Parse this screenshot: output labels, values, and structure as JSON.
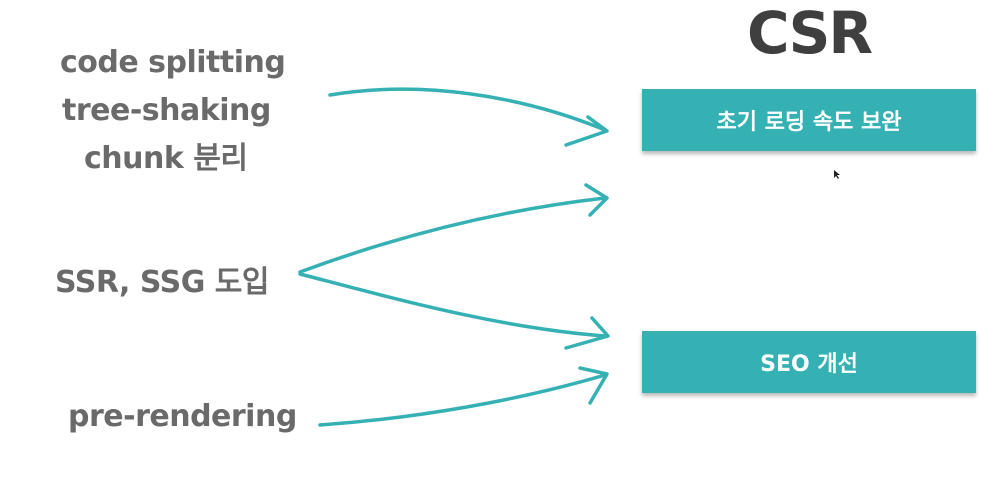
{
  "title": "CSR",
  "left_labels": {
    "code_splitting": "code splitting",
    "tree_shaking": "tree-shaking",
    "chunk": "chunk 분리",
    "ssr_ssg": "SSR, SSG 도입",
    "pre_rendering": "pre-rendering"
  },
  "boxes": {
    "initial_loading": "초기 로딩 속도 보완",
    "seo": "SEO 개선"
  },
  "colors": {
    "box_fill": "#35b1b3",
    "arrow": "#35b1b3",
    "title_text": "#3f3f3f",
    "label_text": "#6a6a6a"
  }
}
